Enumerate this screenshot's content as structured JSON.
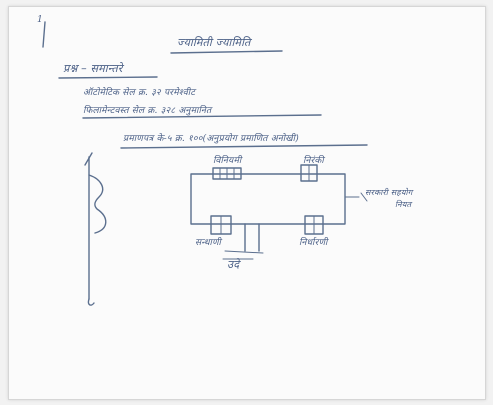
{
  "page": {
    "number": "1",
    "title": "ज्यामिती ज्यामिति",
    "subheading": "प्रश्न – समान्तरे",
    "lines": [
      "ऑटोमेटिक सेल क्र. ३२ परमेश्वीट",
      "फिलामेन्टवस्त सेल क्र. ३२८ अनुमानित",
      "प्रमाणपत्र के-५ क्र. १००(अनुप्रयोग प्रमाणित अनोखी)"
    ]
  },
  "diagram": {
    "labels": {
      "top_left": "विनियमी",
      "top_right": "निरंकी",
      "bottom_left": "सन्धाणी",
      "bottom_right": "निर्धारणी",
      "bottom_center": "उदे",
      "right_note_1": "सरकारी सहयोग",
      "right_note_2": "नियत"
    }
  },
  "colors": {
    "ink": "#5b6f8e",
    "paper": "#fbfbfb"
  }
}
